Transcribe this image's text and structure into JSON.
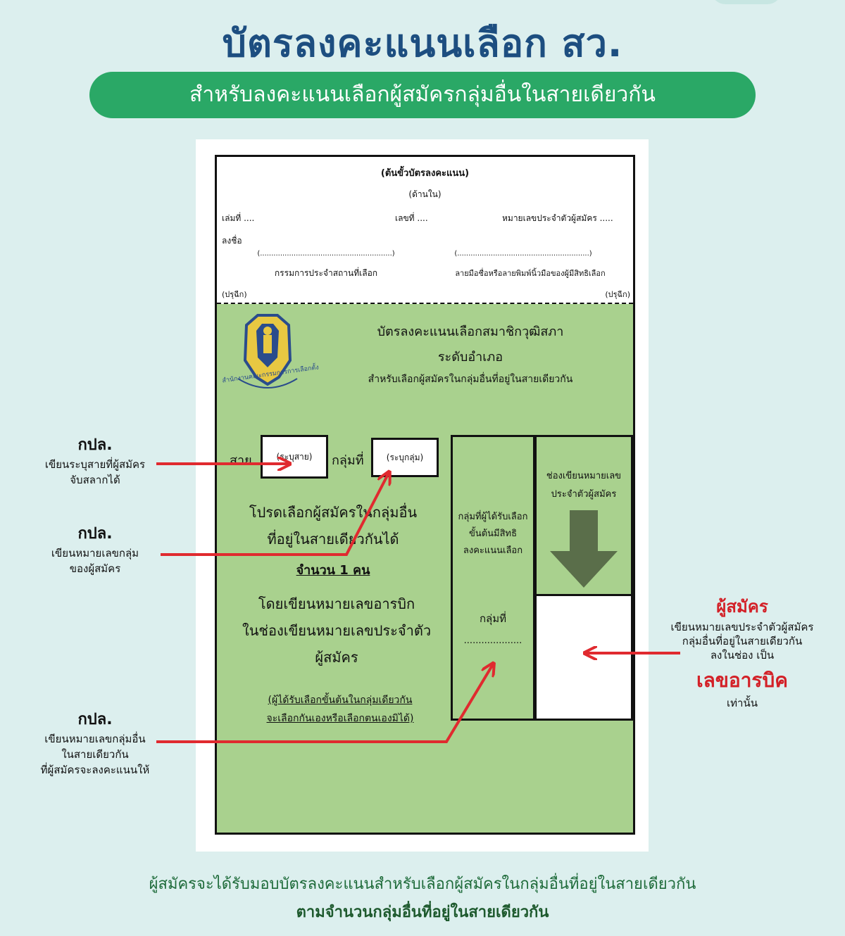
{
  "title": "บัตรลงคะแนนเลือก สว.",
  "subtitle": "สำหรับลงคะแนนเลือกผู้สมัครกลุ่มอื่นในสายเดียวกัน",
  "stub": {
    "heading": "(ต้นขั้วบัตรลงคะแนน)",
    "inside": "(ด้านใน)",
    "book_no": "เล่มที่ ....",
    "number": "เลขที่ ....",
    "candidate_no": "หมายเลขประจำตัวผู้สมัคร .....",
    "sign": "ลงชื่อ",
    "blank_left": "(...........................................................)",
    "blank_right": "(...........................................................)",
    "committee": "กรรมการประจำสถานที่เลือก",
    "voter_sign": "ลายมือชื่อหรือลายพิมพ์นิ้วมือของผู้มีสิทธิเลือก",
    "seal_left": "(ปรุฉีก)",
    "seal_right": "(ปรุฉีก)"
  },
  "ballot": {
    "logo_text": "สำนักงานคณะกรรมการการเลือกตั้ง",
    "title1": "บัตรลงคะแนนเลือกสมาชิกวุฒิสภา",
    "title2": "ระดับอำเภอ",
    "title3": "สำหรับเลือกผู้สมัครในกลุ่มอื่นที่อยู่ในสายเดียวกัน",
    "line_label": "สาย",
    "line_box": "(ระบุสาย)",
    "group_label": "กลุ่มที่",
    "group_box": "(ระบุกลุ่ม)",
    "instr1": "โปรดเลือกผู้สมัครในกลุ่มอื่น",
    "instr2": "ที่อยู่ในสายเดียวกันได้",
    "count": "จำนวน 1 คน",
    "instr3": "โดยเขียนหมายเลขอารบิก",
    "instr4": "ในช่องเขียนหมายเลขประจำตัว",
    "instr5": "ผู้สมัคร",
    "note1": "(ผู้ได้รับเลือกขั้นต้นในกลุ่มเดียวกัน",
    "note2": "จะเลือกกันเองหรือเลือกตนเองมิได้)",
    "col_left1": "กลุ่มที่ผู้ได้รับเลือก",
    "col_left2": "ขั้นต้นมีสิทธิ",
    "col_left3": "ลงคะแนนเลือก",
    "col_left_group": "กลุ่มที่",
    "col_left_dots": "....................",
    "col_right1": "ช่องเขียนหมายเลข",
    "col_right2": "ประจำตัวผู้สมัคร"
  },
  "annotations": {
    "a1_title": "กปล.",
    "a1_line1": "เขียนระบุสายที่ผู้สมัคร",
    "a1_line2": "จับสลากได้",
    "a2_title": "กปล.",
    "a2_line1": "เขียนหมายเลขกลุ่ม",
    "a2_line2": "ของผู้สมัคร",
    "a3_title": "กปล.",
    "a3_line1": "เขียนหมายเลขกลุ่มอื่น",
    "a3_line2": "ในสายเดียวกัน",
    "a3_line3": "ที่ผู้สมัครจะลงคะแนนให้",
    "r_title": "ผู้สมัคร",
    "r_line1": "เขียนหมายเลขประจำตัวผู้สมัคร",
    "r_line2": "กลุ่มอื่นที่อยู่ในสายเดียวกัน",
    "r_line3": "ลงในช่อง เป็น",
    "r_big": "เลขอารบิค",
    "r_line4": "เท่านั้น"
  },
  "footer": {
    "line1": "ผู้สมัครจะได้รับมอบบัตรลงคะแนนสำหรับเลือกผู้สมัครในกลุ่มอื่นที่อยู่ในสายเดียวกัน",
    "line2": "ตามจำนวนกลุ่มอื่นที่อยู่ในสายเดียวกัน"
  },
  "colors": {
    "title": "#1d4e80",
    "pill": "#2aa866",
    "ballot_green": "#a9d18e",
    "arrow_red": "#e02a2f",
    "down_arrow": "#5a6e4a"
  },
  "icons": [
    "ect-emblem-icon",
    "down-arrow-icon"
  ]
}
